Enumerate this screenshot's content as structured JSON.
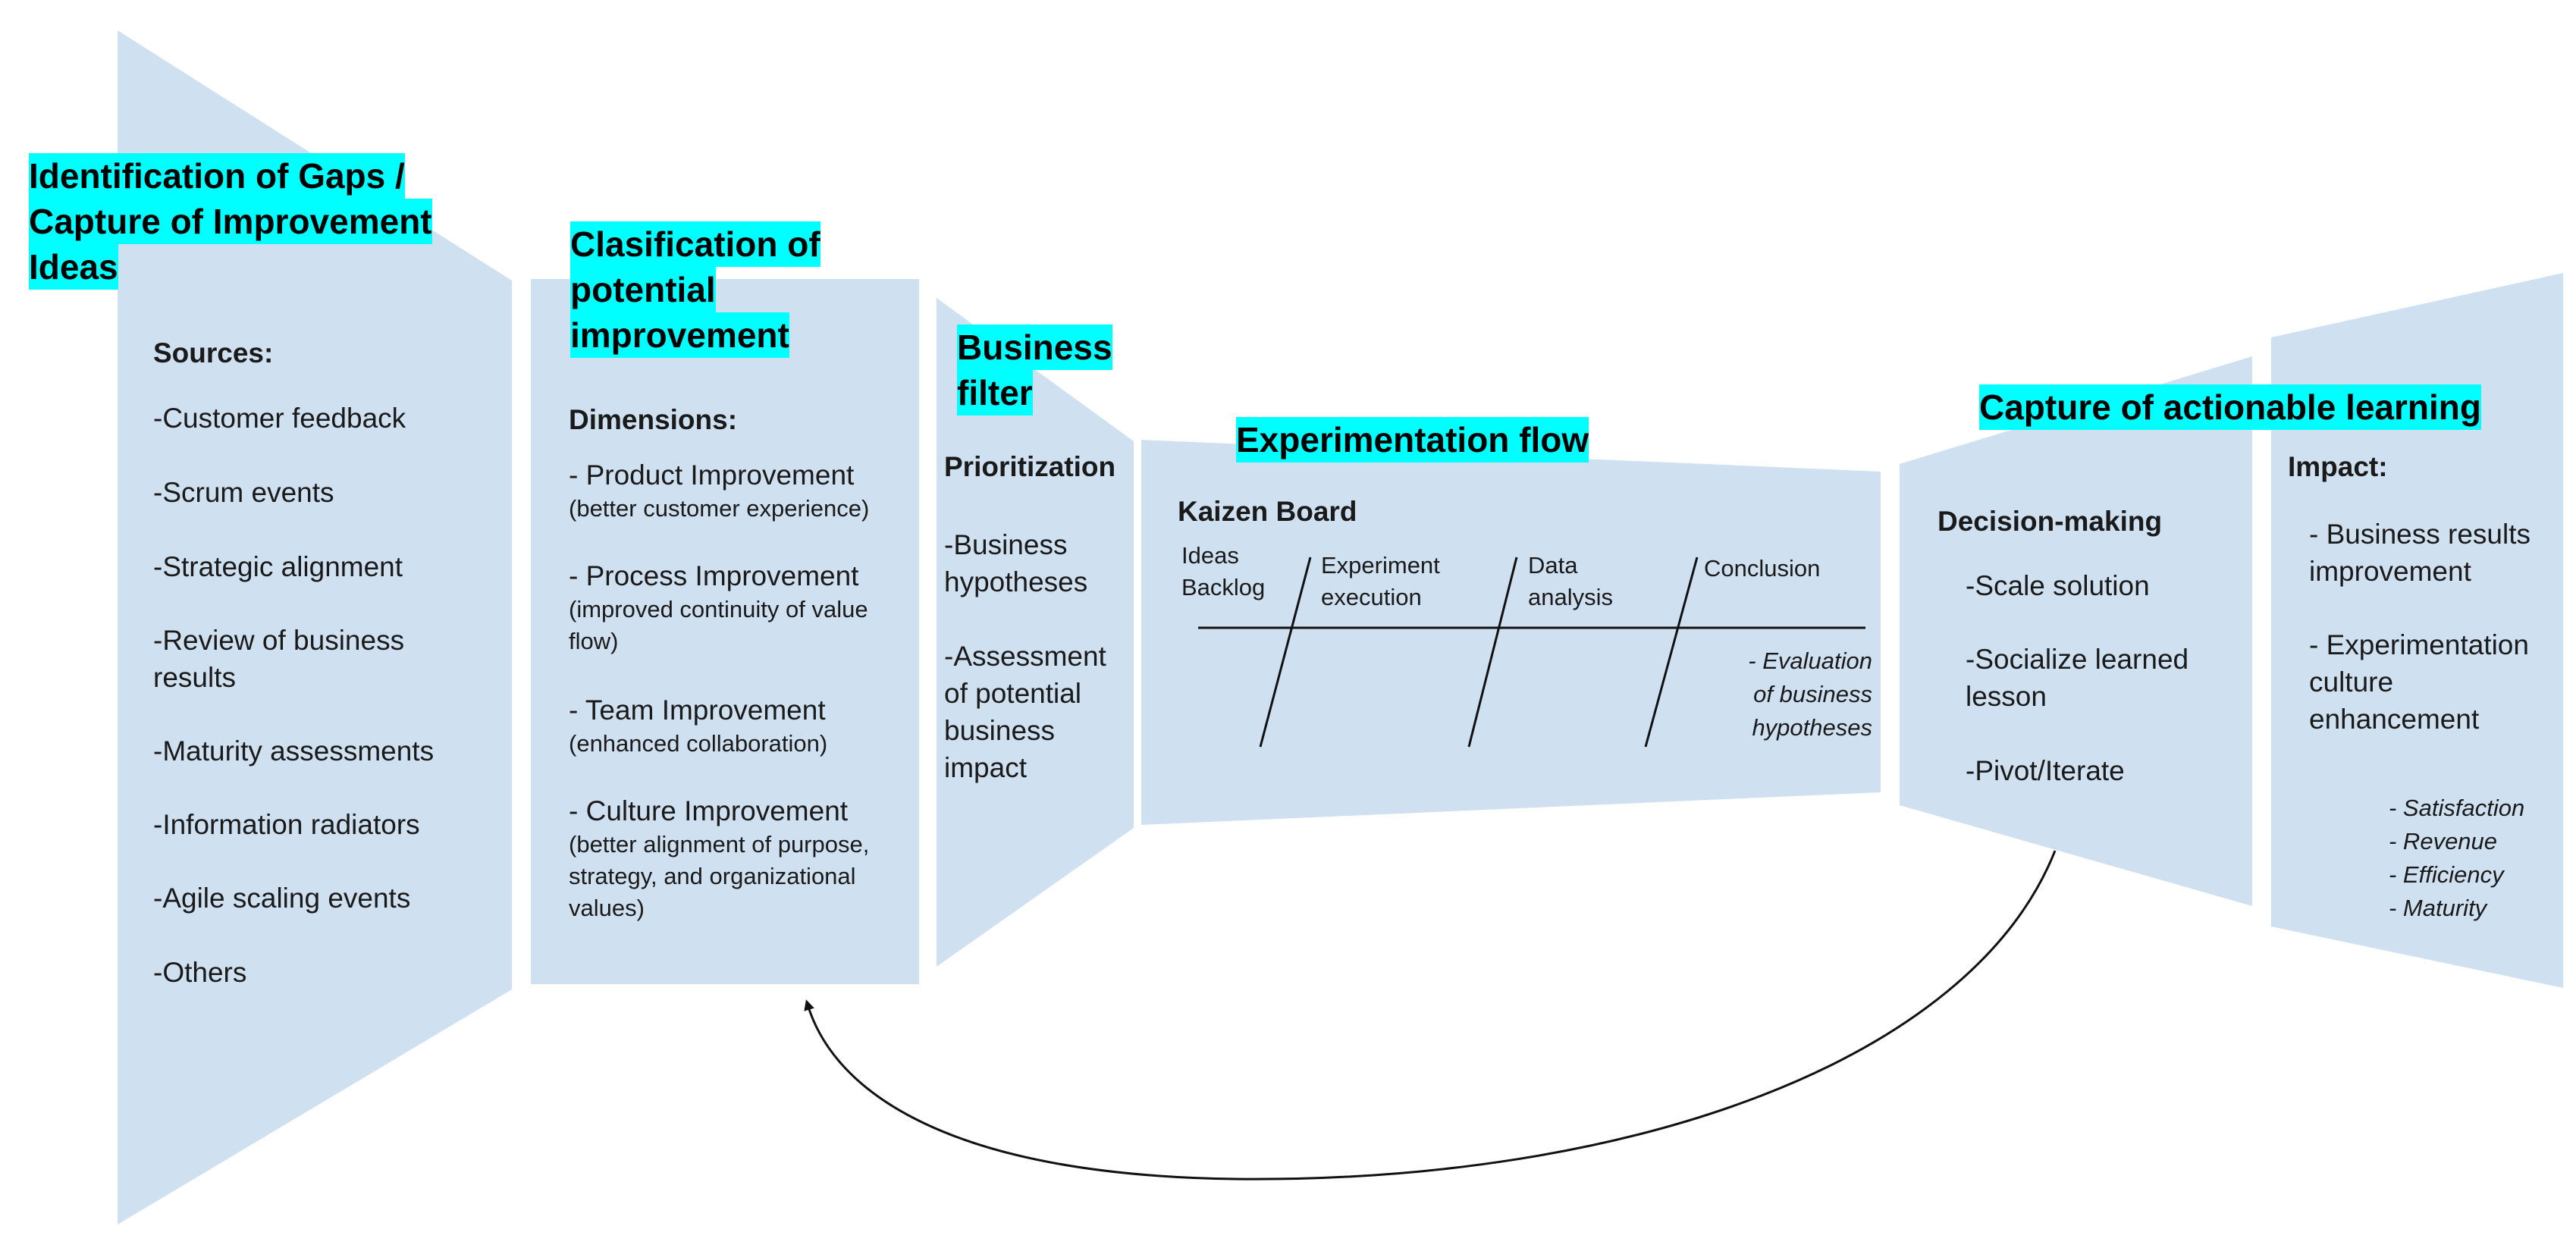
{
  "stages": {
    "gaps": {
      "title": [
        "Identification of Gaps /",
        "Capture of Improvement",
        "Ideas"
      ],
      "heading": "Sources:",
      "items": [
        "-Customer feedback",
        "-Scrum events",
        "-Strategic alignment",
        "-Review of business",
        "results",
        "-Maturity assessments",
        "-Information radiators",
        "-Agile scaling events",
        "-Others"
      ]
    },
    "classification": {
      "title": [
        "Clasification of",
        "potential",
        "improvement"
      ],
      "heading": "Dimensions:",
      "items": [
        {
          "main": "- Product Improvement",
          "sub": [
            "(better customer experience)"
          ]
        },
        {
          "main": "- Process Improvement",
          "sub": [
            "(improved continuity of value",
            "flow)"
          ]
        },
        {
          "main": "- Team Improvement",
          "sub": [
            "(enhanced collaboration)"
          ]
        },
        {
          "main": "- Culture Improvement",
          "sub": [
            "(better alignment of purpose,",
            "strategy, and organizational",
            "values)"
          ]
        }
      ]
    },
    "filter": {
      "title": [
        "Business",
        "filter"
      ],
      "heading": "Prioritization",
      "items": [
        "-Business",
        "hypotheses",
        "-Assessment",
        "of potential",
        "business",
        "impact"
      ]
    },
    "experimentation": {
      "title": "Experimentation flow",
      "board_title": "Kaizen Board",
      "columns": [
        [
          "Ideas",
          "Backlog"
        ],
        [
          "Experiment",
          "execution"
        ],
        [
          "Data",
          "analysis"
        ],
        [
          "Conclusion"
        ]
      ],
      "note": [
        "- Evaluation",
        "of business",
        "hypotheses"
      ]
    },
    "learning": {
      "title": "Capture of actionable learning",
      "heading": "Decision-making",
      "items": [
        "-Scale solution",
        "-Socialize learned",
        "lesson",
        "-Pivot/Iterate"
      ]
    },
    "impact": {
      "heading": "Impact:",
      "items": [
        "- Business results",
        "improvement",
        "- Experimentation",
        "culture",
        "enhancement"
      ],
      "metrics": [
        "- Satisfaction",
        "- Revenue",
        "- Efficiency",
        "- Maturity"
      ]
    }
  },
  "colors": {
    "panel": "#cfe0f1",
    "highlight": "#00ffff",
    "text": "#1a1a1a",
    "line": "#111111"
  }
}
